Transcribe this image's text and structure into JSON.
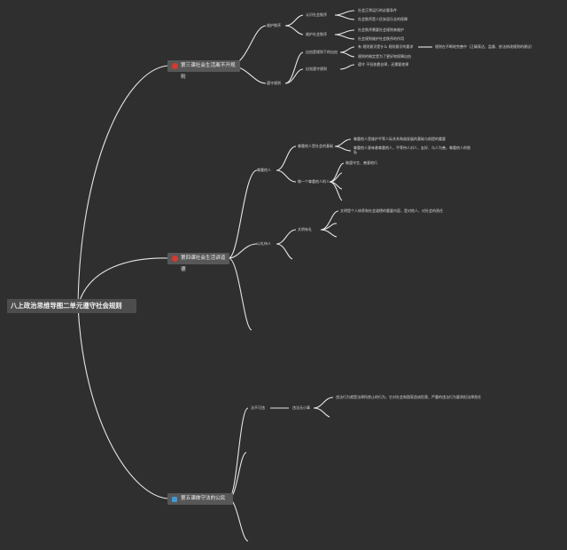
{
  "colors": {
    "background": "#2f2f2f",
    "line": "#e6e6e6",
    "marker_red": "#d43a2e",
    "marker_blue": "#3a9ad9"
  },
  "root": {
    "title": "八上政治思维导图二单元遵守社会规则"
  },
  "branches": {
    "b1": {
      "title": "第三课社会生活离不开规则",
      "marker": "red",
      "l2a": "维护秩序",
      "l3a": "认识社会秩序",
      "l3a_items": [
        "社会正常运行的必要条件",
        "社会秩序是人民安居乐业的保障"
      ],
      "l3b": "维护社会秩序",
      "l3b_items": [
        "社会秩序需要社会规则来维护",
        "社会规则维护社会秩序的作用"
      ],
      "l2b": "遵守规则",
      "l3c": "自由是规则下的自由",
      "l3c_items": [
        "有 规则意识是什么 规则意识的要求",
        "规则的制定是为了更好地保障自由"
      ],
      "l3c_note": "规则在不断地完善中（正确表达、监督、依法修改规则的建议）",
      "l3d": "自觉遵守规则",
      "l3d_items": [
        "遵守 不但依靠自律，还需要他律"
      ]
    },
    "b2": {
      "title": "第四课社会生活讲道德",
      "marker": "red",
      "l2a": "尊重他人",
      "l3a": "尊重他人是社会的基础",
      "l3a_items": [
        "尊重他人是维护平等人际关系和谐发展的基础与前提的重要",
        "尊重他人意味着尊重他人，平等待人对人、友好、与人为善，尊重他人的隐私"
      ],
      "l3b": "做一个尊重他人的人",
      "l3b_items": [
        "做遵守言、善意地行"
      ],
      "l2b": "以礼待人",
      "l3c": "文明有礼",
      "l3c_items": [
        "文明是个人修养和社会道德的重要内容，是对他人、对社会的责任"
      ]
    },
    "b3": {
      "title": "第五课做守法的公民",
      "marker": "blue",
      "l2a": "法不可违",
      "l3a": "违法无小事",
      "l3a_items": [
        "违法行为就是法律所禁止的行为，它对社会和国家造成危害，严重的违法行为要承担法律责任"
      ]
    }
  }
}
